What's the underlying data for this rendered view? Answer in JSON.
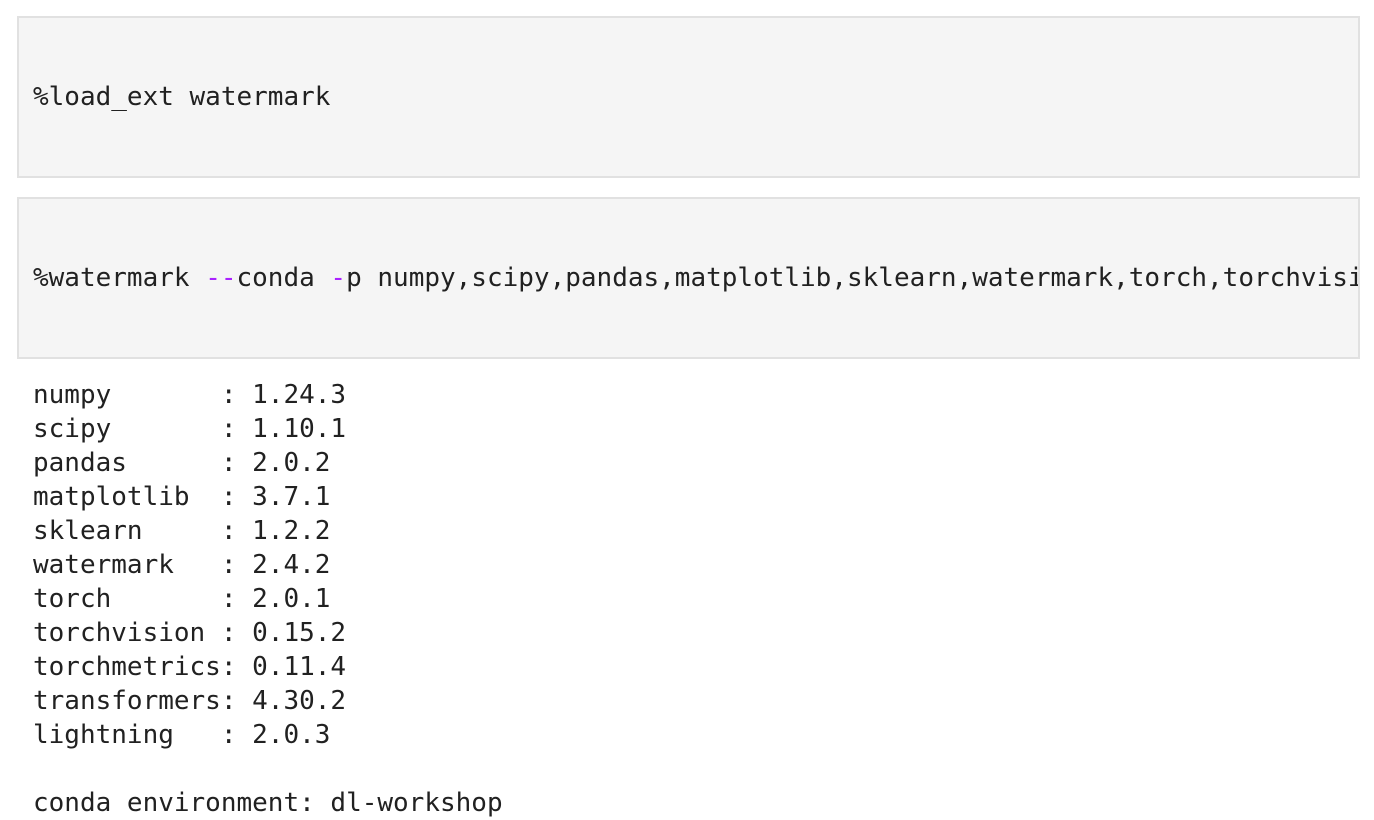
{
  "colors": {
    "operator_token": "#AA22FF",
    "code_text": "#212121",
    "cell_background": "#F5F5F5",
    "cell_border": "#E1E1E1",
    "page_background": "#FFFFFF"
  },
  "cells": [
    {
      "type": "code",
      "source": "%load_ext watermark"
    },
    {
      "type": "code",
      "segments": [
        {
          "text": "%watermark ",
          "token": "text"
        },
        {
          "text": "--",
          "token": "operator"
        },
        {
          "text": "conda ",
          "token": "text"
        },
        {
          "text": "-",
          "token": "operator"
        },
        {
          "text": "p ",
          "token": "text"
        },
        {
          "text": "numpy,scipy,pandas,matplotlib,sklearn,watermark,torch,torchvisi",
          "token": "text"
        }
      ]
    }
  ],
  "output": {
    "packages": [
      {
        "name": "numpy",
        "version": "1.24.3"
      },
      {
        "name": "scipy",
        "version": "1.10.1"
      },
      {
        "name": "pandas",
        "version": "2.0.2"
      },
      {
        "name": "matplotlib",
        "version": "3.7.1"
      },
      {
        "name": "sklearn",
        "version": "1.2.2"
      },
      {
        "name": "watermark",
        "version": "2.4.2"
      },
      {
        "name": "torch",
        "version": "2.0.1"
      },
      {
        "name": "torchvision",
        "version": "0.15.2"
      },
      {
        "name": "torchmetrics",
        "version": "0.11.4"
      },
      {
        "name": "transformers",
        "version": "4.30.2"
      },
      {
        "name": "lightning",
        "version": "2.0.3"
      }
    ],
    "conda_environment": "dl-workshop",
    "lines": [
      "numpy       : 1.24.3",
      "scipy       : 1.10.1",
      "pandas      : 2.0.2",
      "matplotlib  : 3.7.1",
      "sklearn     : 1.2.2",
      "watermark   : 2.4.2",
      "torch       : 2.0.1",
      "torchvision : 0.15.2",
      "torchmetrics: 0.11.4",
      "transformers: 4.30.2",
      "lightning   : 2.0.3",
      "",
      "conda environment: dl-workshop"
    ]
  }
}
